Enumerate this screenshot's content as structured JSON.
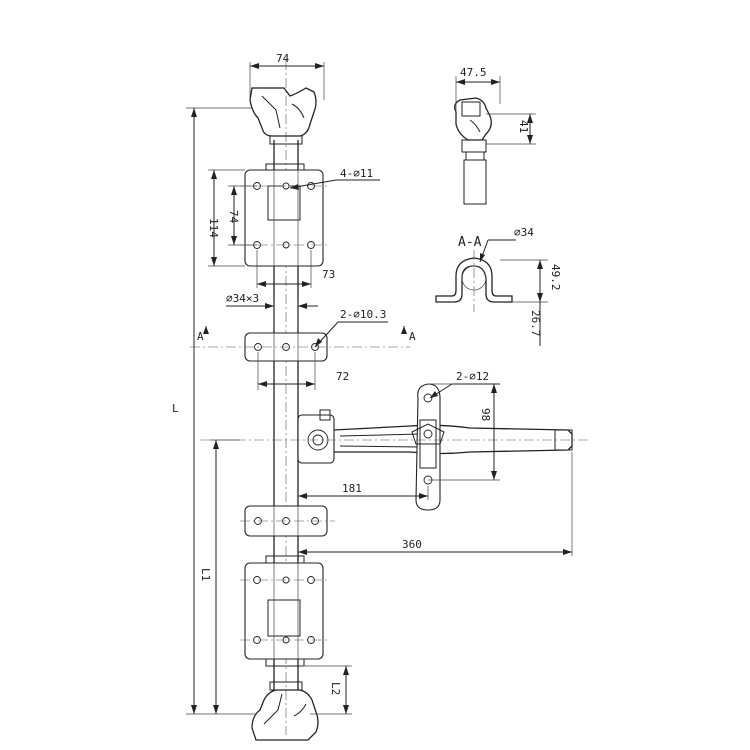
{
  "labels": {
    "head_width": "74",
    "plate_holes": "4-⌀11",
    "plate_height": "114",
    "plate_hole_vertical": "74",
    "plate_hole_horizontal": "73",
    "tube_size": "⌀34×3",
    "clip_holes": "2-⌀10.3",
    "clip_hole_spacing": "72",
    "handle_holes": "2-⌀12",
    "handle_offset": "181",
    "handle_reach": "360",
    "handle_bracket_height": "98",
    "section_marker_left": "A",
    "section_marker_right": "A",
    "section_title": "A-A",
    "section_diameter": "⌀34",
    "section_height": "49.2",
    "section_depth": "26.7",
    "detail_width": "47.5",
    "detail_height": "41",
    "overall_length": "L",
    "lower_length": "L1",
    "end_length": "L2"
  }
}
